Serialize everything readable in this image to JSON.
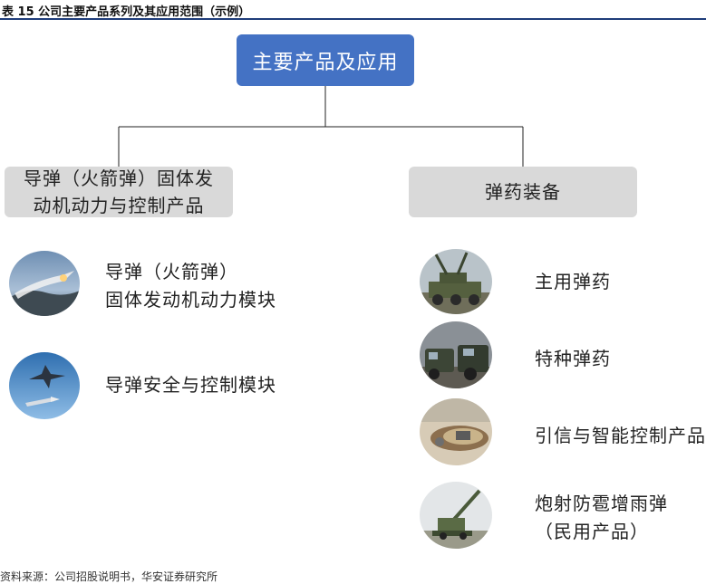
{
  "caption": "表 15 公司主要产品系列及其应用范围（示例）",
  "root": {
    "label": "主要产品及应用"
  },
  "categories": [
    {
      "label_line1": "导弹（火箭弹）固体发",
      "label_line2": "动机动力与控制产品"
    },
    {
      "label": "弹药装备"
    }
  ],
  "left_items": [
    {
      "line1": "导弹（火箭弹）",
      "line2": "固体发动机动力模块",
      "image": "missile-launch-photo"
    },
    {
      "line1": "导弹安全与控制模块",
      "image": "fighter-jet-missile-photo"
    }
  ],
  "right_items": [
    {
      "line1": "主用弹药",
      "image": "artillery-vehicle-photo"
    },
    {
      "line1": "特种弹药",
      "image": "military-vehicles-photo"
    },
    {
      "line1": "引信与智能控制产品",
      "image": "fuze-component-photo"
    },
    {
      "line1": "炮射防雹增雨弹",
      "line2": "（民用产品）",
      "image": "anti-aircraft-gun-photo"
    }
  ],
  "source": "资料来源：公司招股说明书，华安证券研究所",
  "colors": {
    "root_box": "#4472c4",
    "category_box": "#d9d9d9",
    "rule": "#1f3d7a"
  }
}
